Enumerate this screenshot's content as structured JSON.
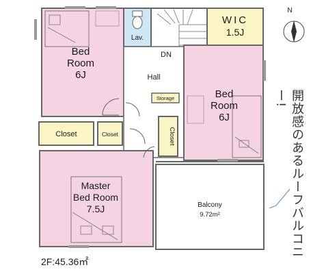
{
  "rooms": {
    "bed_nw": [
      "Bed",
      "Room",
      "6J"
    ],
    "lav": "Lav.",
    "wic": [
      "WIC",
      "1.5J"
    ],
    "dn": "DN",
    "hall": "Hall",
    "storage": "Storage",
    "bed_e": [
      "Bed",
      "Room",
      "6J"
    ],
    "closet_left": "Closet",
    "closet_mid": "Closet",
    "closet_right": "Closet",
    "master": [
      "Master",
      "Bed Room",
      "7.5J"
    ],
    "balcony": [
      "Balcony",
      "9.72m²"
    ]
  },
  "compass": "N",
  "side_note": "開放感のあるルーフバルコニー!",
  "floor_area": "2F:45.36㎡",
  "colors": {
    "bedroom": "#f5d3e3",
    "closet": "#fbf5c6",
    "lav": "#cfe6f5",
    "wall": "#666666",
    "floor": "#ffffff"
  }
}
